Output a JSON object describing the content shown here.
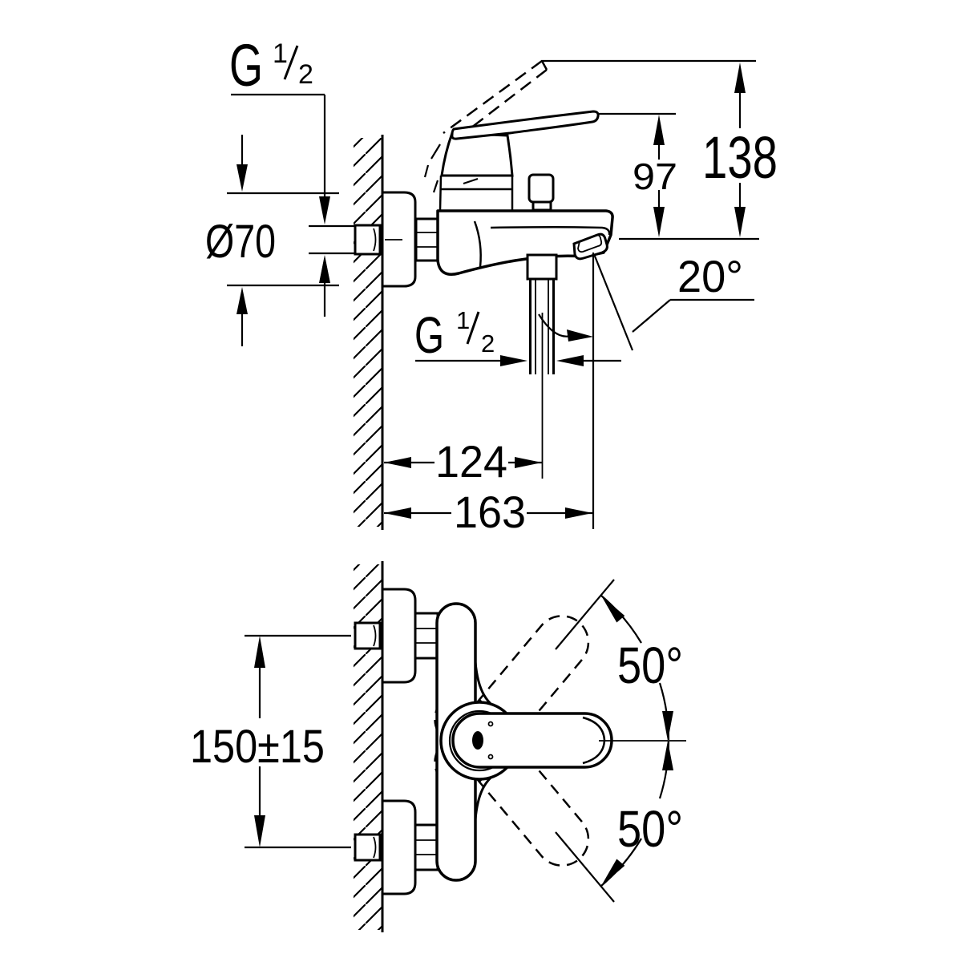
{
  "drawing_colors": {
    "ink": "#000000",
    "paper": "#ffffff"
  },
  "side_view": {
    "wall_thread_label": {
      "base": "G",
      "numerator": "1",
      "denominator": "2"
    },
    "flange_diameter_label": "Ø70",
    "handle_height_label": "97",
    "raised_handle_height_label": "138",
    "spout_angle_label": "20°",
    "hose_thread_label": {
      "base": "G",
      "numerator": "1",
      "denominator": "2"
    },
    "spout_center_distance_label": "124",
    "spout_reach_label": "163"
  },
  "front_view": {
    "inlet_spacing_label": "150±15",
    "handle_swing_up_label": "50°",
    "handle_swing_down_label": "50°"
  }
}
